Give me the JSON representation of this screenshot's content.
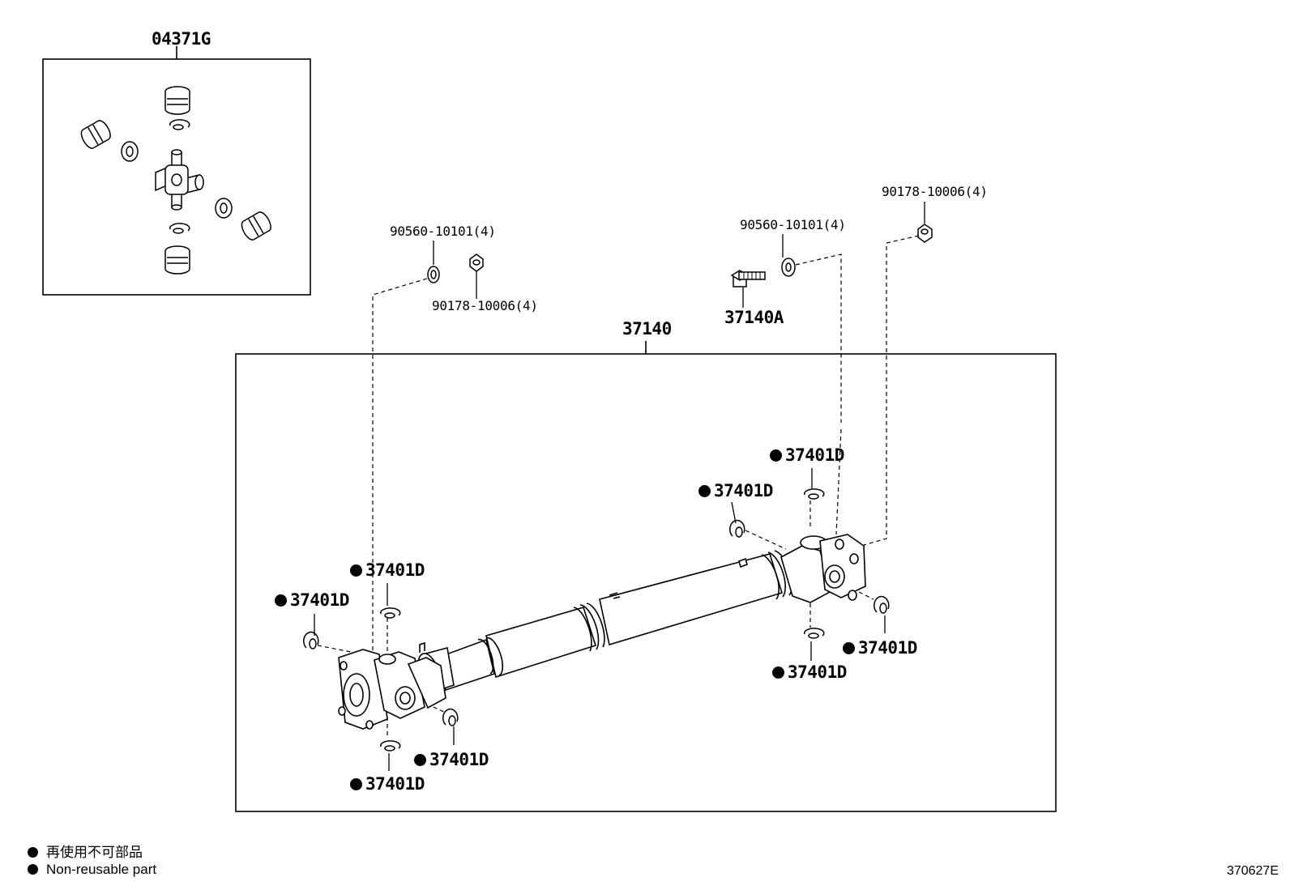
{
  "labels": {
    "kit": "04371G",
    "assembly": "37140",
    "bolt": "37140A",
    "washer_left": "90560-10101(4)",
    "nut_left": "90178-10006(4)",
    "washer_right": "90560-10101(4)",
    "nut_right": "90178-10006(4)",
    "snap_ring": "37401D"
  },
  "legend": {
    "line1": "再使用不可部品",
    "line2": "Non-reusable part"
  },
  "reference": "370627E"
}
